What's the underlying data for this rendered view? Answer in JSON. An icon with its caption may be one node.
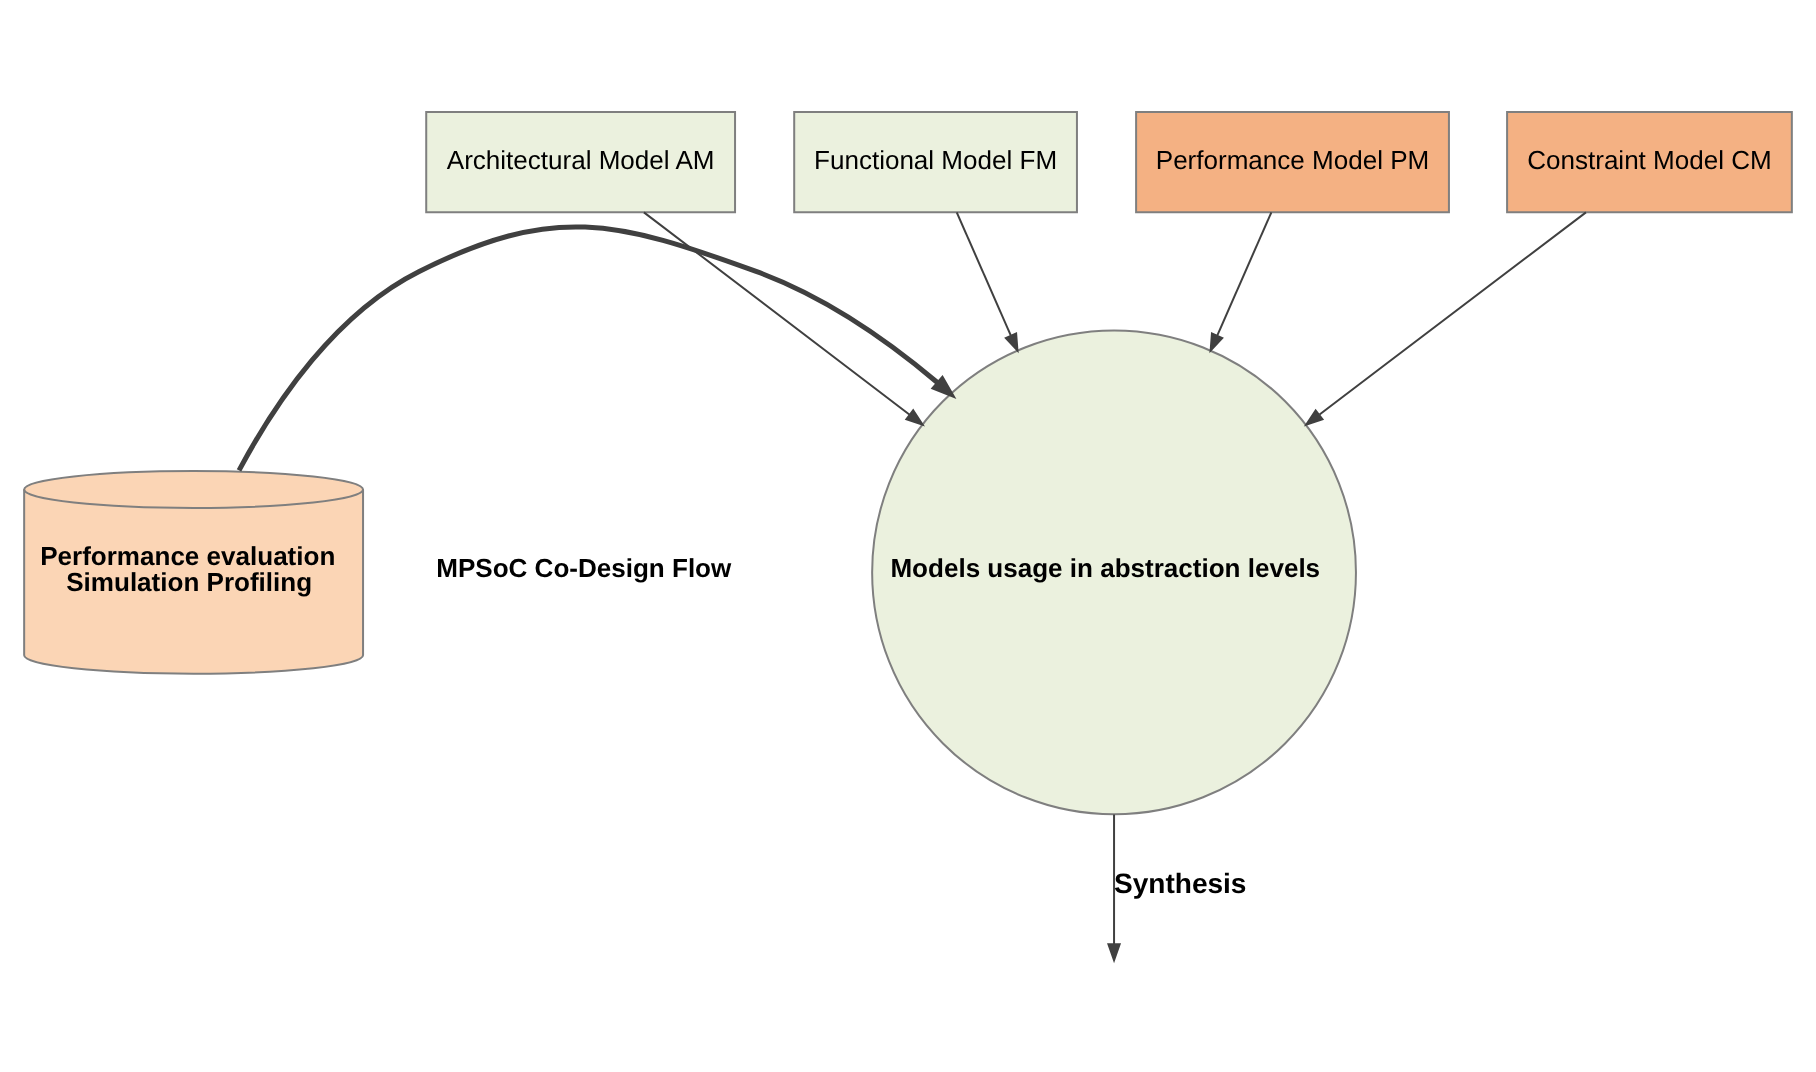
{
  "diagram": {
    "nodes": [
      {
        "text": [
          "Architectural Model AM"
        ]
      },
      {
        "text": [
          "Functional Model FM"
        ]
      },
      {
        "text": [
          "Performance Model PM"
        ]
      },
      {
        "text": [
          "Constraint Model CM"
        ]
      },
      {
        "text": [
          "Models usage in abstraction levels"
        ]
      },
      {
        "text": [
          "Performance evaluation",
          "Simulation Profiling"
        ]
      }
    ],
    "edges": [
      {
        "from": 0,
        "to": 4,
        "arrow": "to"
      },
      {
        "from": 1,
        "to": 4,
        "arrow": "to"
      },
      {
        "from": 2,
        "to": 4,
        "arrow": "to"
      },
      {
        "from": 3,
        "to": 4,
        "arrow": "to"
      },
      {
        "from": 5,
        "to": 4,
        "arrow": "to",
        "style": "thick"
      },
      {
        "from": 4,
        "to": null,
        "arrow": "to",
        "label": "Synthesis"
      }
    ],
    "labels": [
      "MPSoC Co-Design Flow"
    ]
  }
}
